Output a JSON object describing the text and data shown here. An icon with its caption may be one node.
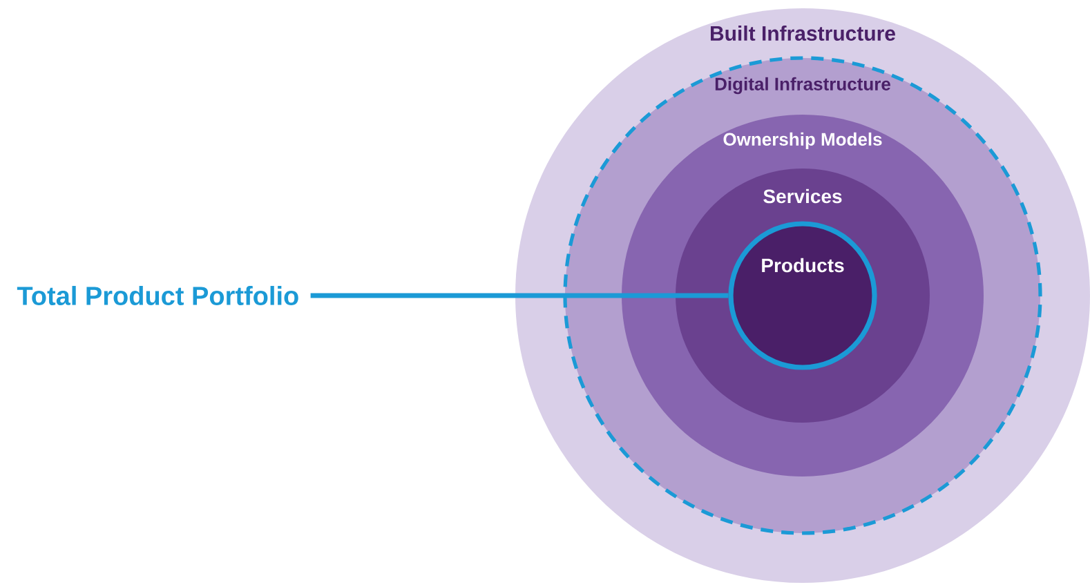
{
  "diagram": {
    "nodes": [
      {
        "text": [
          "Built Infrastructure"
        ]
      },
      {
        "text": [
          "Digital Infrastructure"
        ],
        "in": 0
      },
      {
        "text": [
          "Ownership Models"
        ],
        "in": 1
      },
      {
        "text": [
          "Services"
        ],
        "in": 2
      },
      {
        "text": [
          "Products"
        ],
        "in": 3
      },
      {
        "text": [
          "Total Product Portfolio"
        ]
      }
    ],
    "edges": [
      {
        "from": 5,
        "to": 4,
        "arrow": "none"
      }
    ]
  }
}
